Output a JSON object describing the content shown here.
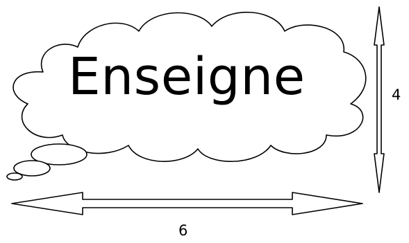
{
  "cloud": {
    "text": "Enseigne"
  },
  "dimensions": {
    "height_label": "4",
    "width_label": "6"
  },
  "colors": {
    "stroke": "#000000",
    "background": "#ffffff"
  }
}
